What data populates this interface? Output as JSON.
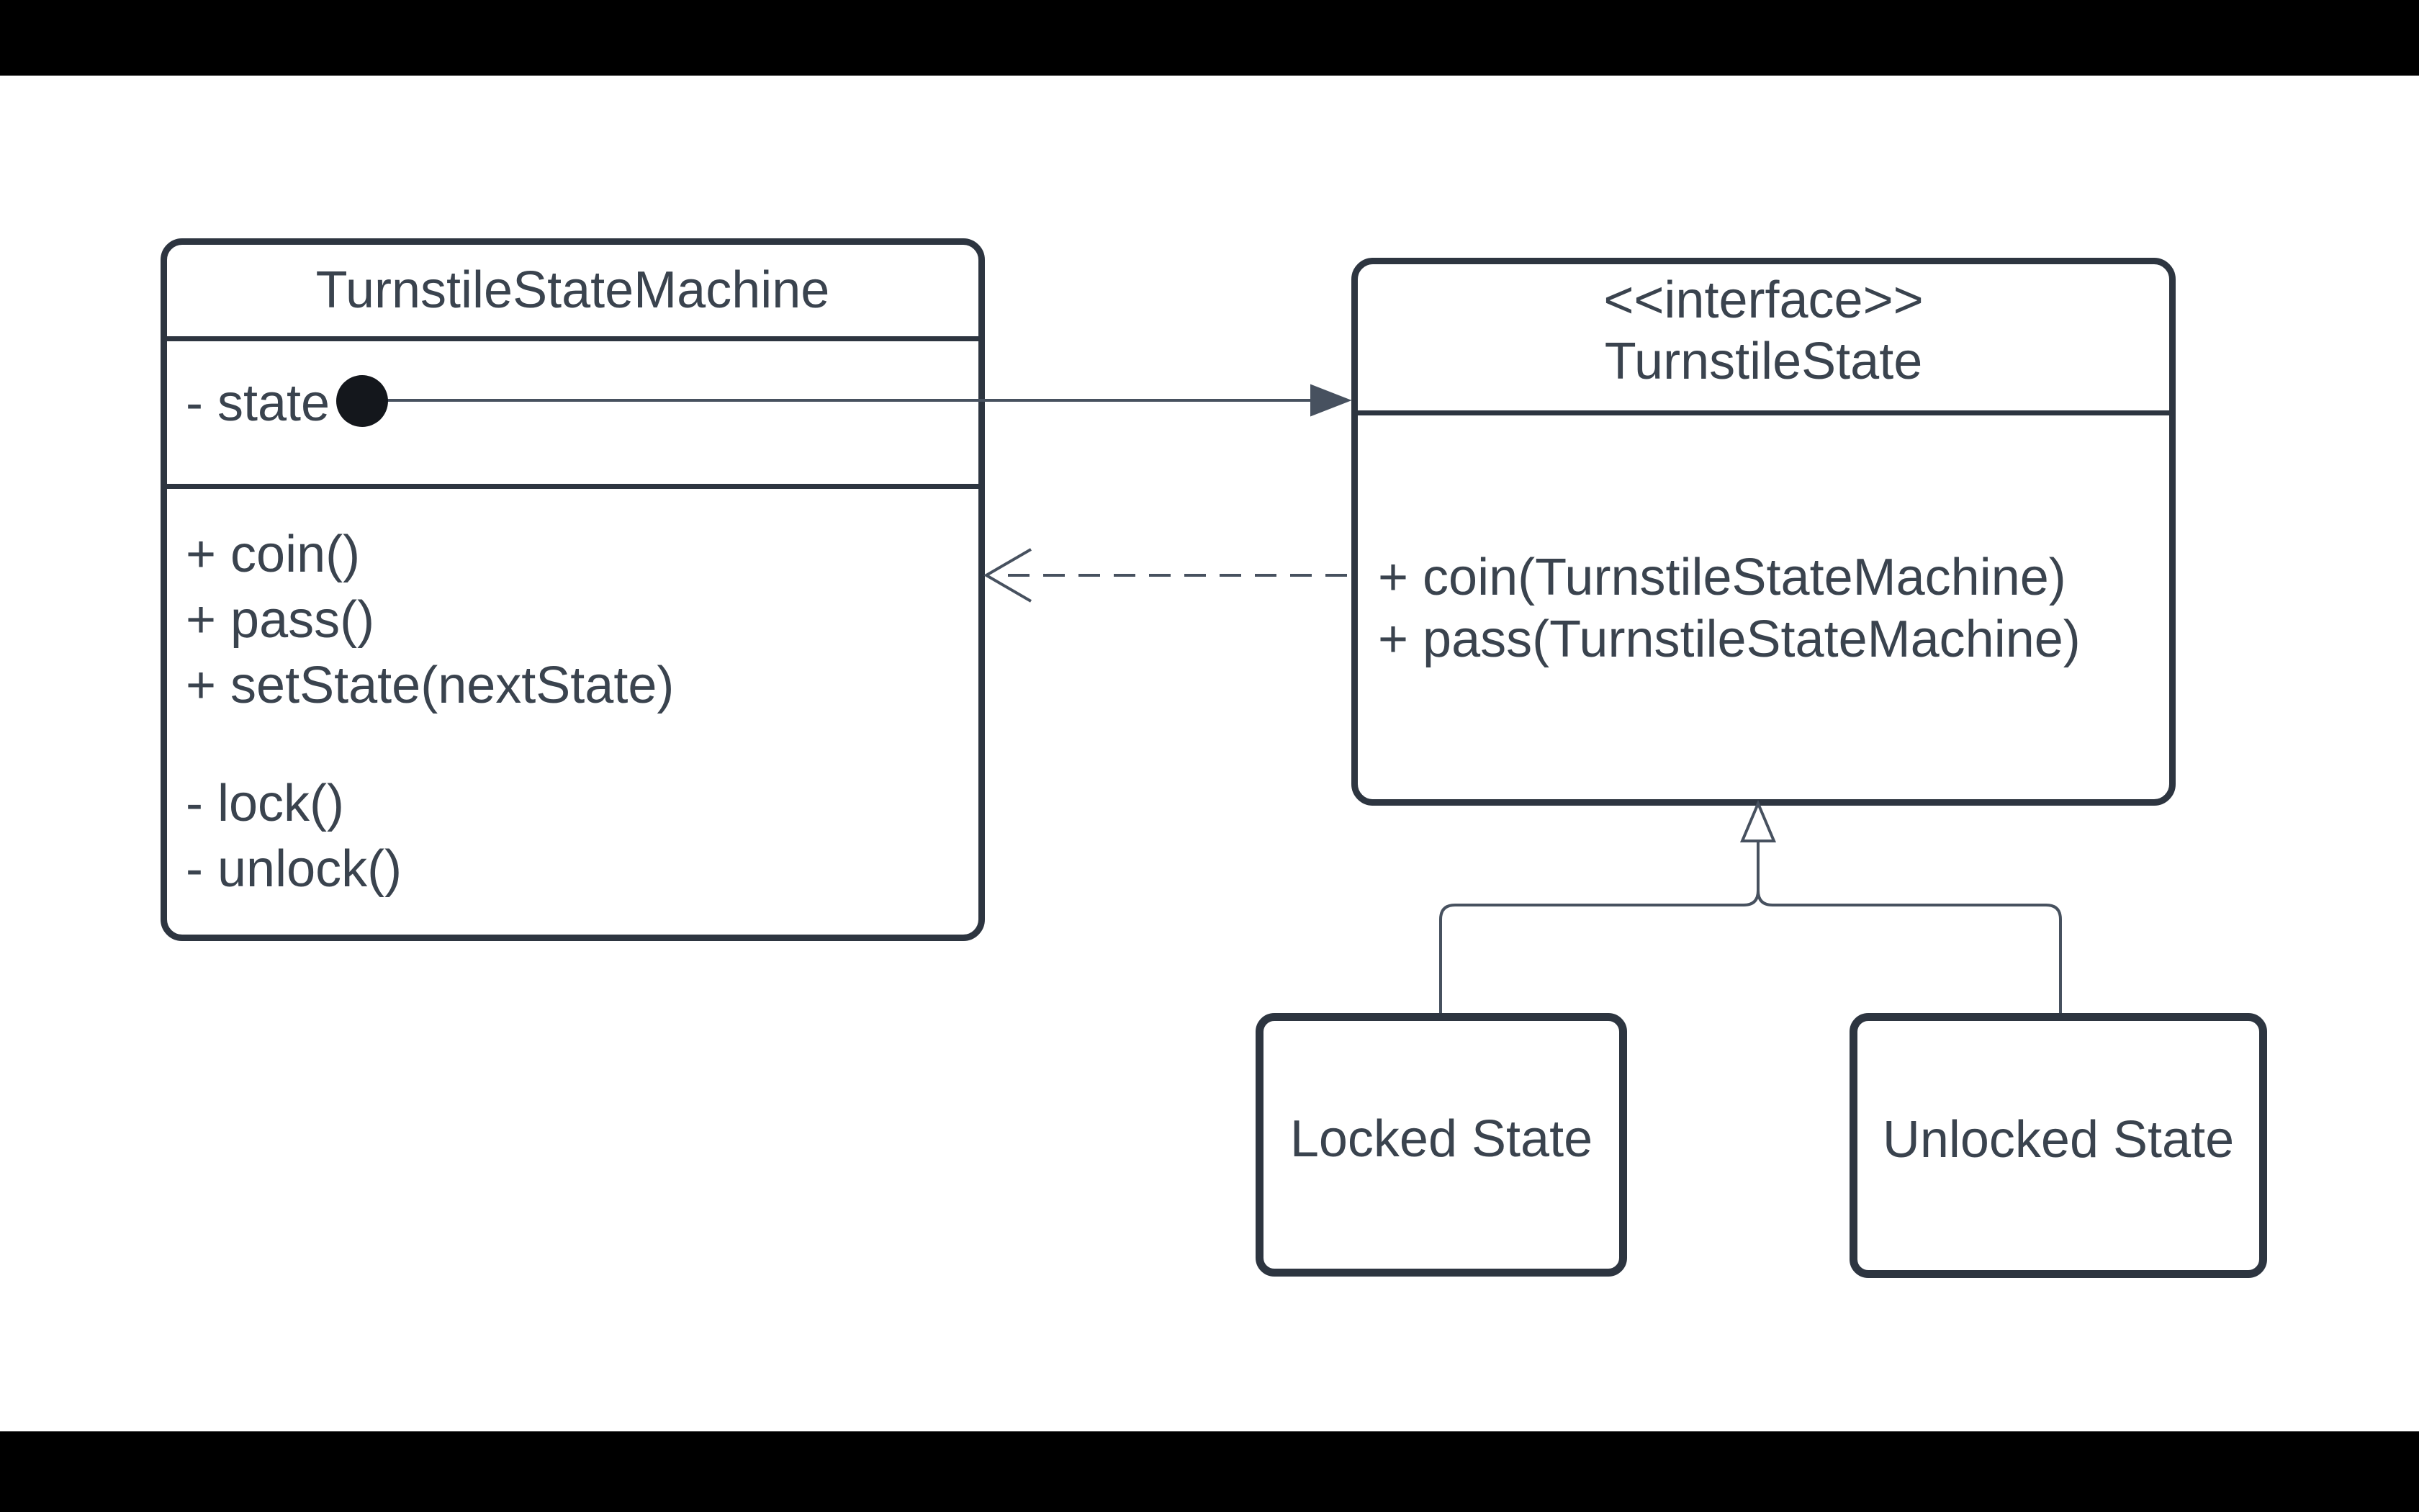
{
  "colors": {
    "background": "#ffffff",
    "letterbox": "#000000",
    "node_fill": "#ffffff",
    "node_border": "#2d3540",
    "text": "#3a434e",
    "connector": "#47515f",
    "dot": "#14171c"
  },
  "class_box": {
    "title": "TurnstileStateMachine",
    "attributes": [
      {
        "label": "- state"
      }
    ],
    "public_methods": [
      "+ coin()",
      "+ pass()",
      "+ setState(nextState)"
    ],
    "private_methods": [
      "- lock()",
      "- unlock()"
    ]
  },
  "interface_box": {
    "stereotype": "<<interface>>",
    "title": "TurnstileState",
    "methods": [
      "+ coin(TurnstileStateMachine)",
      "+ pass(TurnstileStateMachine)"
    ]
  },
  "subclasses": [
    {
      "label": "Locked State"
    },
    {
      "label": "Unlocked State"
    }
  ],
  "relationships": [
    {
      "type": "association",
      "from": "TurnstileStateMachine.state",
      "to": "TurnstileState",
      "style": "solid line, filled arrowhead, dot at source"
    },
    {
      "type": "dependency",
      "from": "TurnstileState",
      "to": "TurnstileStateMachine",
      "style": "dashed line, open arrowhead"
    },
    {
      "type": "realization",
      "from": "Locked State / Unlocked State",
      "to": "TurnstileState",
      "style": "solid tree, hollow triangle arrowhead"
    }
  ]
}
